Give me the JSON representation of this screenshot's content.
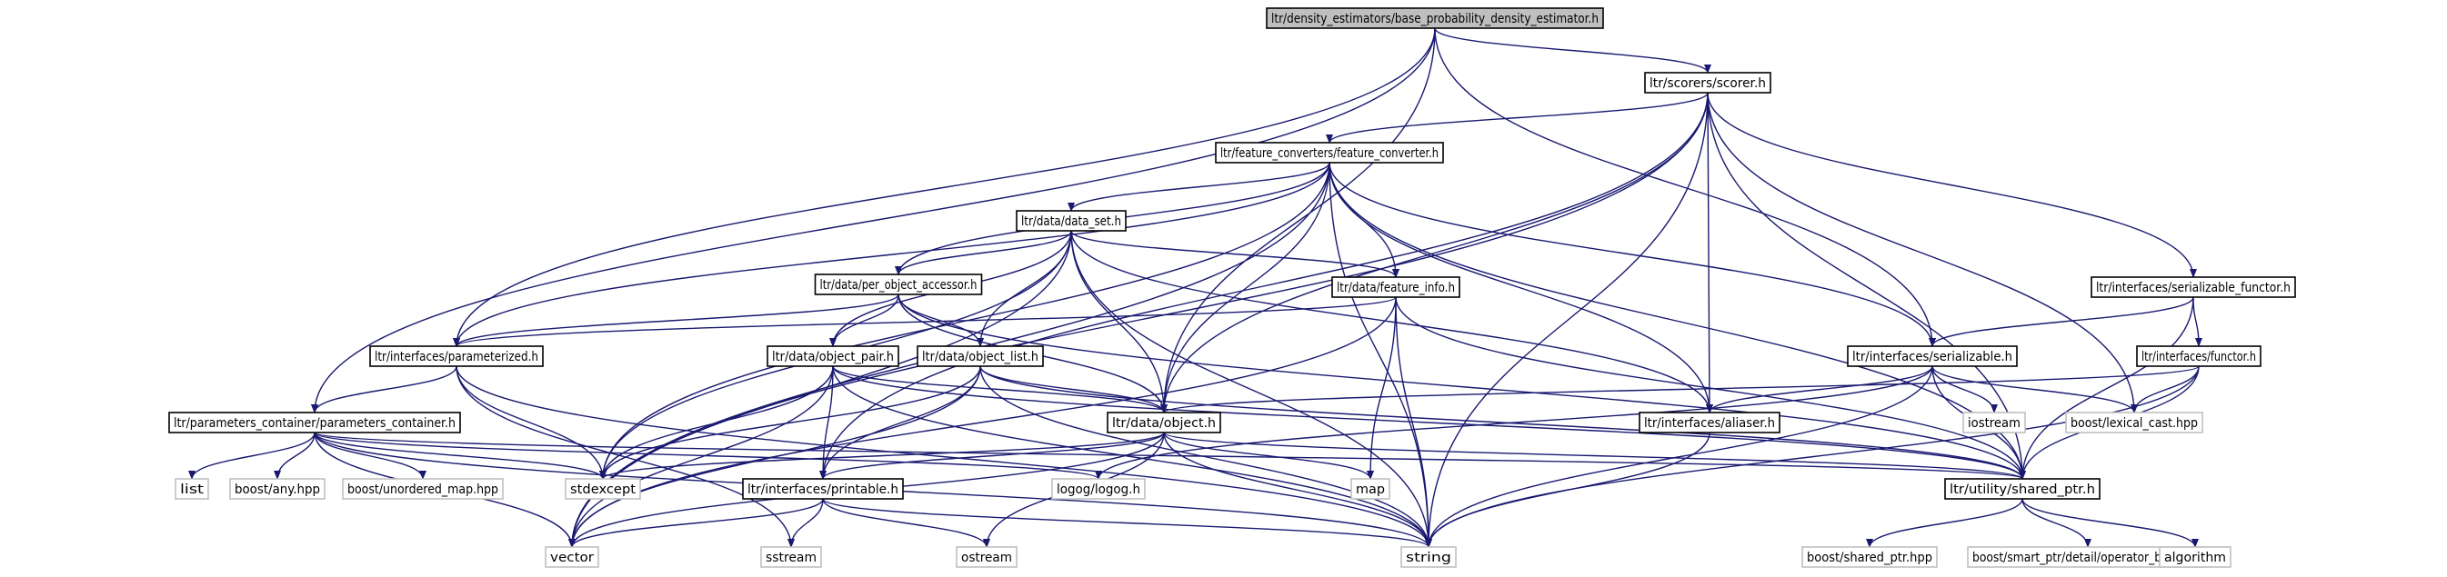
{
  "graph": {
    "nodes": [
      {
        "id": "root",
        "label": "ltr/density_estimators/base_probability_density_estimator.h",
        "kind": "root"
      },
      {
        "id": "scorer",
        "label": "ltr/scorers/scorer.h",
        "kind": "local"
      },
      {
        "id": "feature_converter",
        "label": "ltr/feature_converters/feature_converter.h",
        "kind": "local"
      },
      {
        "id": "data_set",
        "label": "ltr/data/data_set.h",
        "kind": "local"
      },
      {
        "id": "per_object_accessor",
        "label": "ltr/data/per_object_accessor.h",
        "kind": "local"
      },
      {
        "id": "feature_info",
        "label": "ltr/data/feature_info.h",
        "kind": "local"
      },
      {
        "id": "serializable_functor",
        "label": "ltr/interfaces/serializable_functor.h",
        "kind": "local"
      },
      {
        "id": "parameterized",
        "label": "ltr/interfaces/parameterized.h",
        "kind": "local"
      },
      {
        "id": "object_pair",
        "label": "ltr/data/object_pair.h",
        "kind": "local"
      },
      {
        "id": "object_list",
        "label": "ltr/data/object_list.h",
        "kind": "local"
      },
      {
        "id": "serializable",
        "label": "ltr/interfaces/serializable.h",
        "kind": "local"
      },
      {
        "id": "functor",
        "label": "ltr/interfaces/functor.h",
        "kind": "local"
      },
      {
        "id": "parameters_container",
        "label": "ltr/parameters_container/parameters_container.h",
        "kind": "local"
      },
      {
        "id": "object",
        "label": "ltr/data/object.h",
        "kind": "local"
      },
      {
        "id": "aliaser",
        "label": "ltr/interfaces/aliaser.h",
        "kind": "local"
      },
      {
        "id": "iostream",
        "label": "iostream",
        "kind": "external"
      },
      {
        "id": "lexical_cast",
        "label": "boost/lexical_cast.hpp",
        "kind": "external"
      },
      {
        "id": "list",
        "label": "list",
        "kind": "external"
      },
      {
        "id": "boost_any",
        "label": "boost/any.hpp",
        "kind": "external"
      },
      {
        "id": "unordered_map",
        "label": "boost/unordered_map.hpp",
        "kind": "external"
      },
      {
        "id": "stdexcept",
        "label": "stdexcept",
        "kind": "external"
      },
      {
        "id": "printable",
        "label": "ltr/interfaces/printable.h",
        "kind": "local"
      },
      {
        "id": "logog",
        "label": "logog/logog.h",
        "kind": "external"
      },
      {
        "id": "map",
        "label": "map",
        "kind": "external"
      },
      {
        "id": "shared_ptr",
        "label": "ltr/utility/shared_ptr.h",
        "kind": "local"
      },
      {
        "id": "vector",
        "label": "vector",
        "kind": "external"
      },
      {
        "id": "sstream",
        "label": "sstream",
        "kind": "external"
      },
      {
        "id": "ostream",
        "label": "ostream",
        "kind": "external"
      },
      {
        "id": "string",
        "label": "string",
        "kind": "external"
      },
      {
        "id": "boost_shared_ptr",
        "label": "boost/shared_ptr.hpp",
        "kind": "external"
      },
      {
        "id": "operator_bool",
        "label": "boost/smart_ptr/detail/operator_bool.hpp",
        "kind": "external"
      },
      {
        "id": "algorithm",
        "label": "algorithm",
        "kind": "external"
      }
    ],
    "edges": [
      [
        "root",
        "scorer"
      ],
      [
        "root",
        "object"
      ],
      [
        "root",
        "parameterized"
      ],
      [
        "root",
        "parameters_container"
      ],
      [
        "root",
        "serializable"
      ],
      [
        "scorer",
        "feature_converter"
      ],
      [
        "scorer",
        "vector"
      ],
      [
        "scorer",
        "printable"
      ],
      [
        "scorer",
        "object"
      ],
      [
        "scorer",
        "aliaser"
      ],
      [
        "scorer",
        "string"
      ],
      [
        "scorer",
        "lexical_cast"
      ],
      [
        "scorer",
        "serializable_functor"
      ],
      [
        "scorer",
        "shared_ptr"
      ],
      [
        "feature_converter",
        "data_set"
      ],
      [
        "feature_converter",
        "per_object_accessor"
      ],
      [
        "feature_converter",
        "feature_info"
      ],
      [
        "feature_converter",
        "parameterized"
      ],
      [
        "feature_converter",
        "object"
      ],
      [
        "feature_converter",
        "serializable"
      ],
      [
        "feature_converter",
        "aliaser"
      ],
      [
        "feature_converter",
        "shared_ptr"
      ],
      [
        "feature_converter",
        "string"
      ],
      [
        "feature_converter",
        "stdexcept"
      ],
      [
        "feature_converter",
        "vector"
      ],
      [
        "data_set",
        "per_object_accessor"
      ],
      [
        "data_set",
        "feature_info"
      ],
      [
        "data_set",
        "object_pair"
      ],
      [
        "data_set",
        "object_list"
      ],
      [
        "data_set",
        "object"
      ],
      [
        "data_set",
        "aliaser"
      ],
      [
        "data_set",
        "string"
      ],
      [
        "data_set",
        "vector"
      ],
      [
        "data_set",
        "stdexcept"
      ],
      [
        "per_object_accessor",
        "parameterized"
      ],
      [
        "per_object_accessor",
        "object_pair"
      ],
      [
        "per_object_accessor",
        "object_list"
      ],
      [
        "per_object_accessor",
        "object"
      ],
      [
        "per_object_accessor",
        "shared_ptr"
      ],
      [
        "feature_info",
        "parameterized"
      ],
      [
        "feature_info",
        "map"
      ],
      [
        "feature_info",
        "string"
      ],
      [
        "feature_info",
        "vector"
      ],
      [
        "feature_info",
        "shared_ptr"
      ],
      [
        "serializable_functor",
        "serializable"
      ],
      [
        "serializable_functor",
        "functor"
      ],
      [
        "serializable_functor",
        "shared_ptr"
      ],
      [
        "parameterized",
        "parameters_container"
      ],
      [
        "parameterized",
        "stdexcept"
      ],
      [
        "parameterized",
        "string"
      ],
      [
        "parameterized",
        "sstream"
      ],
      [
        "object_pair",
        "object"
      ],
      [
        "object_pair",
        "printable"
      ],
      [
        "object_pair",
        "vector"
      ],
      [
        "object_pair",
        "stdexcept"
      ],
      [
        "object_pair",
        "string"
      ],
      [
        "object_pair",
        "shared_ptr"
      ],
      [
        "object_list",
        "object"
      ],
      [
        "object_list",
        "printable"
      ],
      [
        "object_list",
        "vector"
      ],
      [
        "object_list",
        "stdexcept"
      ],
      [
        "object_list",
        "string"
      ],
      [
        "object_list",
        "shared_ptr"
      ],
      [
        "serializable",
        "aliaser"
      ],
      [
        "serializable",
        "iostream"
      ],
      [
        "serializable",
        "lexical_cast"
      ],
      [
        "serializable",
        "shared_ptr"
      ],
      [
        "serializable",
        "string"
      ],
      [
        "serializable",
        "logog"
      ],
      [
        "functor",
        "object"
      ],
      [
        "functor",
        "lexical_cast"
      ],
      [
        "functor",
        "shared_ptr"
      ],
      [
        "functor",
        "string"
      ],
      [
        "parameters_container",
        "list"
      ],
      [
        "parameters_container",
        "boost_any"
      ],
      [
        "parameters_container",
        "unordered_map"
      ],
      [
        "parameters_container",
        "stdexcept"
      ],
      [
        "parameters_container",
        "logog"
      ],
      [
        "parameters_container",
        "shared_ptr"
      ],
      [
        "parameters_container",
        "string"
      ],
      [
        "parameters_container",
        "vector"
      ],
      [
        "object",
        "printable"
      ],
      [
        "object",
        "stdexcept"
      ],
      [
        "object",
        "map"
      ],
      [
        "object",
        "vector"
      ],
      [
        "object",
        "string"
      ],
      [
        "object",
        "ostream"
      ],
      [
        "object",
        "shared_ptr"
      ],
      [
        "aliaser",
        "string"
      ],
      [
        "printable",
        "string"
      ],
      [
        "printable",
        "sstream"
      ],
      [
        "printable",
        "ostream"
      ],
      [
        "printable",
        "vector"
      ],
      [
        "shared_ptr",
        "boost_shared_ptr"
      ],
      [
        "shared_ptr",
        "operator_bool"
      ],
      [
        "shared_ptr",
        "algorithm"
      ]
    ]
  }
}
